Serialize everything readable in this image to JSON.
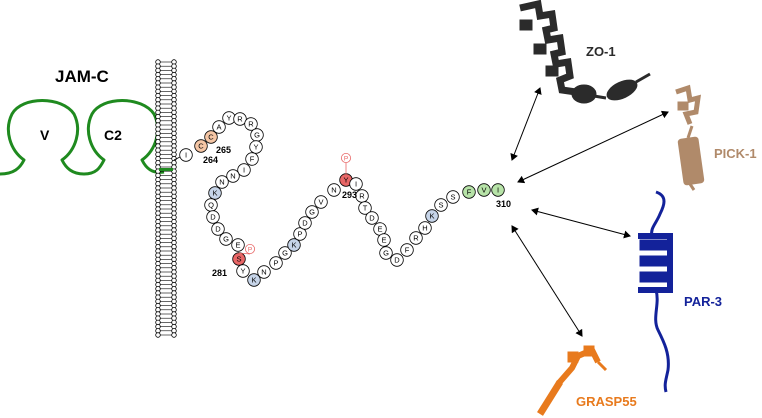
{
  "title": "JAM-C",
  "domains": {
    "v": "V",
    "c2": "C2"
  },
  "colors": {
    "membrane_loops": "#1f8a1f",
    "zo1": "#2b2b2b",
    "pick1": "#b08a6a",
    "par3": "#13229a",
    "grasp55": "#e87a1d",
    "residue_cys": "#f5c6a5",
    "residue_lys": "#c6d4e8",
    "residue_phospho": "#e86666",
    "residue_pdz": "#b7e3a8",
    "residue_plain": "#ffffff"
  },
  "residues": [
    {
      "aa": "I",
      "type": "plain"
    },
    {
      "aa": "C",
      "type": "cys"
    },
    {
      "aa": "C",
      "type": "cys"
    },
    {
      "aa": "A",
      "type": "plain"
    },
    {
      "aa": "Y",
      "type": "plain"
    },
    {
      "aa": "R",
      "type": "plain"
    },
    {
      "aa": "R",
      "type": "plain"
    },
    {
      "aa": "G",
      "type": "plain"
    },
    {
      "aa": "Y",
      "type": "plain"
    },
    {
      "aa": "F",
      "type": "plain"
    },
    {
      "aa": "I",
      "type": "plain"
    },
    {
      "aa": "N",
      "type": "plain"
    },
    {
      "aa": "N",
      "type": "plain"
    },
    {
      "aa": "K",
      "type": "lys"
    },
    {
      "aa": "Q",
      "type": "plain"
    },
    {
      "aa": "D",
      "type": "plain"
    },
    {
      "aa": "D",
      "type": "plain"
    },
    {
      "aa": "G",
      "type": "plain"
    },
    {
      "aa": "E",
      "type": "plain"
    },
    {
      "aa": "S",
      "type": "phospho"
    },
    {
      "aa": "Y",
      "type": "plain"
    },
    {
      "aa": "K",
      "type": "lys"
    },
    {
      "aa": "N",
      "type": "plain"
    },
    {
      "aa": "P",
      "type": "plain"
    },
    {
      "aa": "G",
      "type": "plain"
    },
    {
      "aa": "K",
      "type": "lys"
    },
    {
      "aa": "P",
      "type": "plain"
    },
    {
      "aa": "D",
      "type": "plain"
    },
    {
      "aa": "G",
      "type": "plain"
    },
    {
      "aa": "V",
      "type": "plain"
    },
    {
      "aa": "N",
      "type": "plain"
    },
    {
      "aa": "Y",
      "type": "phospho"
    },
    {
      "aa": "I",
      "type": "plain"
    },
    {
      "aa": "R",
      "type": "plain"
    },
    {
      "aa": "T",
      "type": "plain"
    },
    {
      "aa": "D",
      "type": "plain"
    },
    {
      "aa": "E",
      "type": "plain"
    },
    {
      "aa": "E",
      "type": "plain"
    },
    {
      "aa": "G",
      "type": "plain"
    },
    {
      "aa": "D",
      "type": "plain"
    },
    {
      "aa": "F",
      "type": "plain"
    },
    {
      "aa": "R",
      "type": "plain"
    },
    {
      "aa": "H",
      "type": "plain"
    },
    {
      "aa": "K",
      "type": "lys"
    },
    {
      "aa": "S",
      "type": "plain"
    },
    {
      "aa": "S",
      "type": "plain"
    },
    {
      "aa": "F",
      "type": "pdz"
    },
    {
      "aa": "V",
      "type": "pdz"
    },
    {
      "aa": "I",
      "type": "pdz"
    }
  ],
  "phospho_symbol": "P",
  "position_labels": {
    "c264": "264",
    "c265": "265",
    "s281": "281",
    "y293": "293",
    "i310": "310"
  },
  "partners": {
    "zo1": "ZO-1",
    "pick1": "PICK-1",
    "par3": "PAR-3",
    "grasp55": "GRASP55"
  }
}
